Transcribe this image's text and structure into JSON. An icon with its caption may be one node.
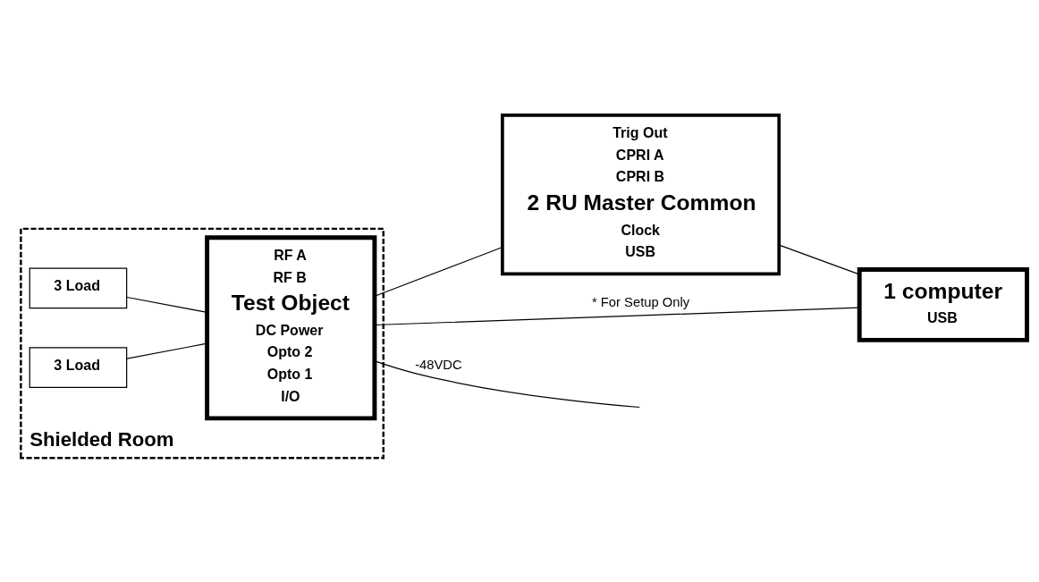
{
  "diagram": {
    "nodes": [
      {
        "text": [
          "Shielded Room"
        ]
      },
      {
        "text": [
          "3 Load"
        ],
        "in": 0
      },
      {
        "text": [
          "3 Load"
        ],
        "in": 0
      },
      {
        "text": [
          "RF A",
          "RF B",
          "Test Object",
          "DC Power",
          "Opto 2",
          "Opto 1",
          "I/O"
        ],
        "in": 0
      },
      {
        "text": [
          "Trig Out",
          "CPRI A",
          "CPRI B",
          "2 RU Master Common",
          "Clock",
          "USB"
        ]
      },
      {
        "text": [
          "1 computer",
          "USB"
        ]
      }
    ],
    "edges": [
      {
        "from": 1,
        "to": 3,
        "arrow": "none"
      },
      {
        "from": 2,
        "to": 3,
        "arrow": "none"
      },
      {
        "from": 3,
        "to": null,
        "arrow": "none",
        "label": "-48VDC"
      },
      {
        "from": 3,
        "to": 4,
        "arrow": "none"
      },
      {
        "from": 3,
        "to": 5,
        "arrow": "none",
        "label": "* For Setup Only"
      },
      {
        "from": 4,
        "to": 5,
        "arrow": "none"
      }
    ]
  }
}
